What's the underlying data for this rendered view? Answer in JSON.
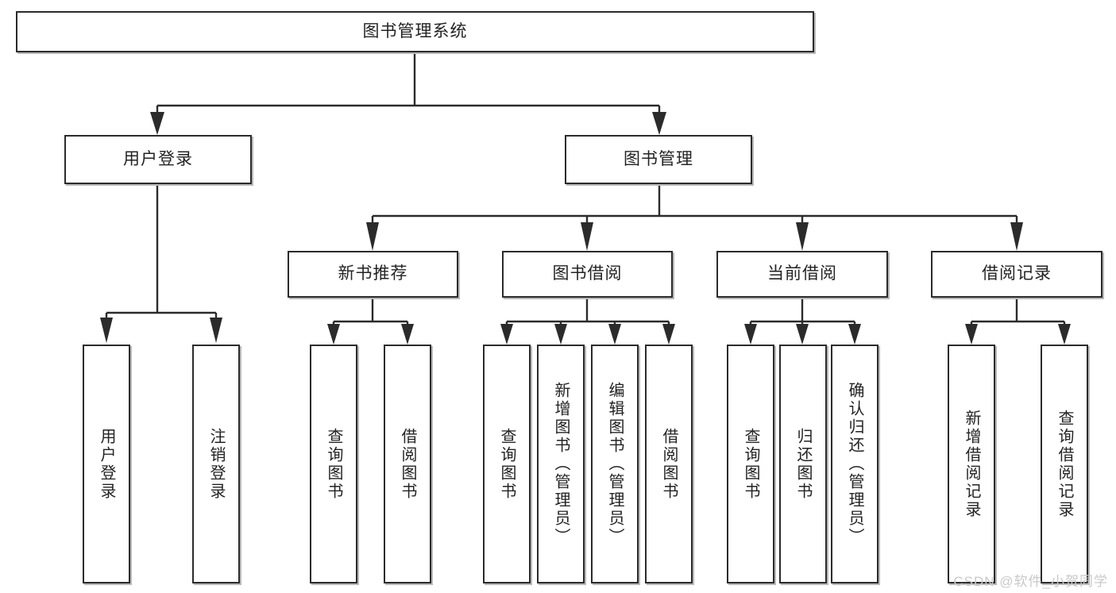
{
  "diagram": {
    "type": "tree-hierarchy",
    "title": "图书管理系统",
    "watermark": "CSDN @软件_小贺同学",
    "colors": {
      "stroke": "#2b2b2b",
      "fill": "#ffffff",
      "text": "#232323",
      "watermark": "#c9c9c9"
    },
    "levels": {
      "root": {
        "label": "图书管理系统"
      },
      "level2": [
        {
          "label": "用户登录"
        },
        {
          "label": "图书管理"
        }
      ],
      "level3": [
        {
          "label": "新书推荐"
        },
        {
          "label": "图书借阅"
        },
        {
          "label": "当前借阅"
        },
        {
          "label": "借阅记录"
        }
      ],
      "leaves": {
        "user_login": [
          {
            "label": "用户登录"
          },
          {
            "label": "注销登录"
          }
        ],
        "new_book_rec": [
          {
            "label": "查询图书"
          },
          {
            "label": "借阅图书"
          }
        ],
        "book_borrow": [
          {
            "label": "查询图书"
          },
          {
            "label": "新增图书（管理员）"
          },
          {
            "label": "编辑图书（管理员）"
          },
          {
            "label": "借阅图书"
          }
        ],
        "current_borrow": [
          {
            "label": "查询图书"
          },
          {
            "label": "归还图书"
          },
          {
            "label": "确认归还（管理员）"
          }
        ],
        "borrow_record": [
          {
            "label": "新增借阅记录"
          },
          {
            "label": "查询借阅记录"
          }
        ]
      }
    }
  }
}
